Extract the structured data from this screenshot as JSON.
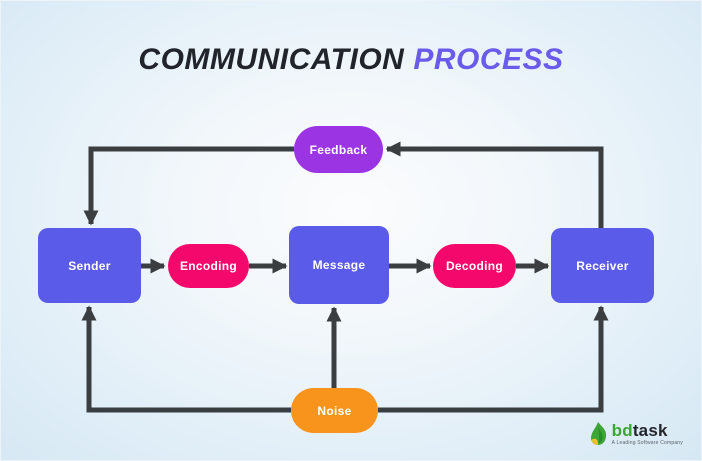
{
  "title": {
    "part1": "COMMUNICATION",
    "part2": "PROCESS"
  },
  "nodes": {
    "sender": {
      "label": "Sender",
      "shape": "rounded-rect",
      "color": "#5B5BE9"
    },
    "encoding": {
      "label": "Encoding",
      "shape": "pill",
      "color": "#F5086B"
    },
    "message": {
      "label": "Message",
      "shape": "rounded-rect",
      "color": "#5B5BE9"
    },
    "decoding": {
      "label": "Decoding",
      "shape": "pill",
      "color": "#F5086B"
    },
    "receiver": {
      "label": "Receiver",
      "shape": "rounded-rect",
      "color": "#5B5BE9"
    },
    "feedback": {
      "label": "Feedback",
      "shape": "pill",
      "color": "#9B35E3"
    },
    "noise": {
      "label": "Noise",
      "shape": "pill",
      "color": "#F8941C"
    }
  },
  "flows": [
    "sender -> encoding",
    "encoding -> message",
    "message -> decoding",
    "decoding -> receiver",
    "receiver -> feedback",
    "feedback -> sender",
    "noise -> message",
    "noise -> sender",
    "noise -> receiver"
  ],
  "colors": {
    "box": "#5B5BE9",
    "pill_pink": "#F5086B",
    "pill_purple": "#9B35E3",
    "pill_orange": "#F8941C",
    "arrow": "#3A3E41",
    "title_dark": "#21252B",
    "title_accent": "#6A5BEA",
    "logo_green": "#3DA535"
  },
  "logo": {
    "prefix": "bd",
    "suffix": "task",
    "tagline": "A Leading Software Company"
  }
}
